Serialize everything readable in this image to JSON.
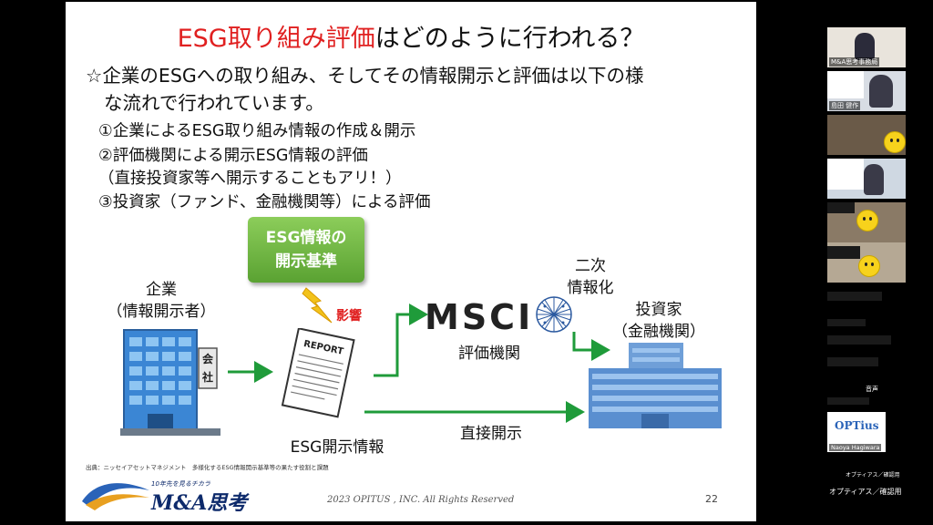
{
  "slide": {
    "title_highlight": "ESG取り組み評価",
    "title_rest": "はどのように行われる？",
    "intro_line1": "☆企業のESGへの取り組み、そしてその情報開示と評価は以下の様",
    "intro_line2": "な流れで行われています。",
    "items": [
      "①企業によるESG取り組み情報の作成＆開示",
      "②評価機関による開示ESG情報の評価",
      "（直接投資家等へ開示することもアリ！）",
      "③投資家（ファンド、金融機関等）による評価"
    ],
    "standard_box_line1": "ESG情報の",
    "standard_box_line2": "開示基準",
    "influence": "影響",
    "company_line1": "企業",
    "company_line2": "（情報開示者）",
    "company_sign_1": "会",
    "company_sign_2": "社",
    "report_label": "REPORT",
    "esg_disclosure": "ESG開示情報",
    "msci": "MSCI",
    "rating_agency": "評価機関",
    "secondary_line1": "二次",
    "secondary_line2": "情報化",
    "investor_line1": "投資家",
    "investor_line2": "（金融機関）",
    "direct_disclosure": "直接開示",
    "source": "出典：ニッセイアセットマネジメント　多様化するESG情報開示基準等の果たす役割と課題",
    "logo_tagline": "10年先を見るチカラ",
    "logo_name": "M&A思考",
    "copyright": "2023 OPITUS , INC. All Rights Reserved",
    "page": "22"
  },
  "sidebar": {
    "participants": [
      {
        "name": "M&A思考事務局"
      },
      {
        "name": "島田 健作"
      },
      {
        "name": ""
      },
      {
        "name": ""
      },
      {
        "name": ""
      },
      {
        "name": "Naoya Hagiwara"
      }
    ],
    "logo_text": "OPTius",
    "label_1": "オプティアス／確認用",
    "label_2": "オプティアス／確認用",
    "label_3": "音声"
  },
  "colors": {
    "title_highlight": "#e02020",
    "arrow": "#1f9b3a",
    "box": "#6cb33f"
  }
}
